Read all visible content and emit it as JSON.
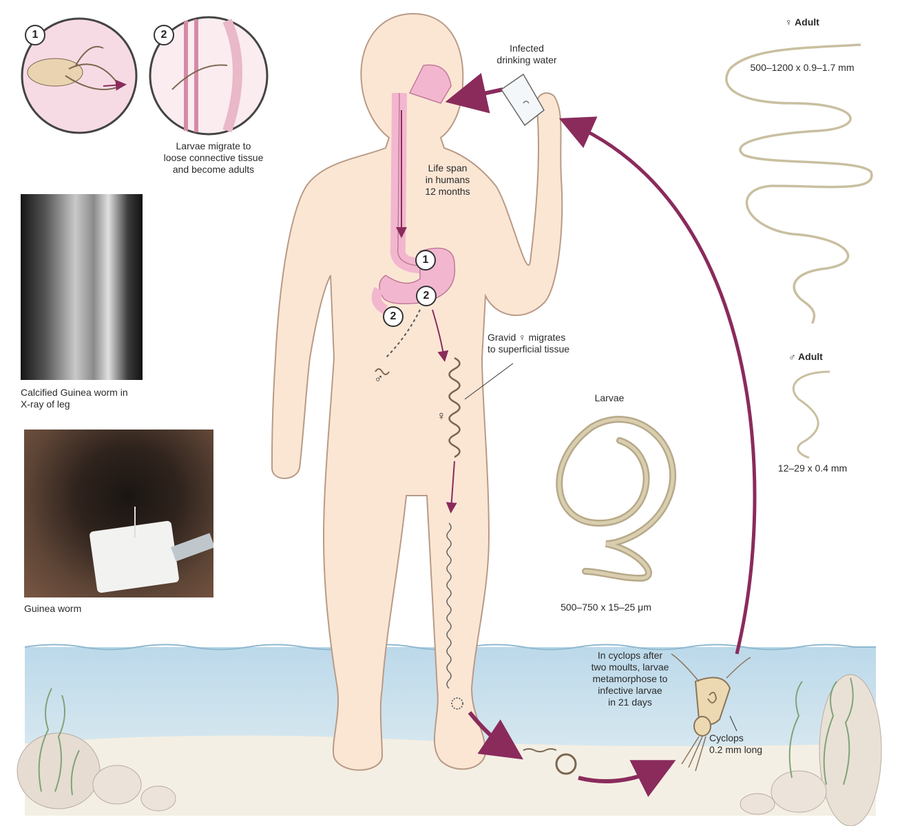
{
  "inset_1": {
    "badge": "1"
  },
  "inset_2": {
    "badge": "2"
  },
  "inset_caption": "Larvae migrate to\nloose connective tissue\nand become adults",
  "xray_caption": "Calcified Guinea worm in\nX-ray of leg",
  "photo_caption": "Guinea worm",
  "water_label": "Infected\ndrinking water",
  "lifespan_label": "Life span\nin humans\n12 months",
  "stomach_markers": {
    "m1": "1",
    "m2": "2",
    "m3": "2"
  },
  "gravid_label": "Gravid ♀ migrates\nto superficial tissue",
  "male_symbol": "♂",
  "female_symbol": "♀",
  "larvae": {
    "title": "Larvae",
    "size": "500–750 x 15–25 μm"
  },
  "female_adult": {
    "title": "♀ Adult",
    "size": "500–1200 x 0.9–1.7 mm"
  },
  "male_adult": {
    "title": "♂ Adult",
    "size": "12–29 x 0.4 mm"
  },
  "cyclops_note": "In cyclops after\ntwo moults, larvae\nmetamorphose to\ninfective larvae\nin 21 days",
  "cyclops_label": "Cyclops\n0.2 mm long",
  "colors": {
    "arrow": "#8a2b5c",
    "skin": "#fbe6d4",
    "skin_outline": "#b89a86",
    "gut": "#f2b7cf",
    "water": "#cfe4ef",
    "worm": "#d7d2b6"
  }
}
